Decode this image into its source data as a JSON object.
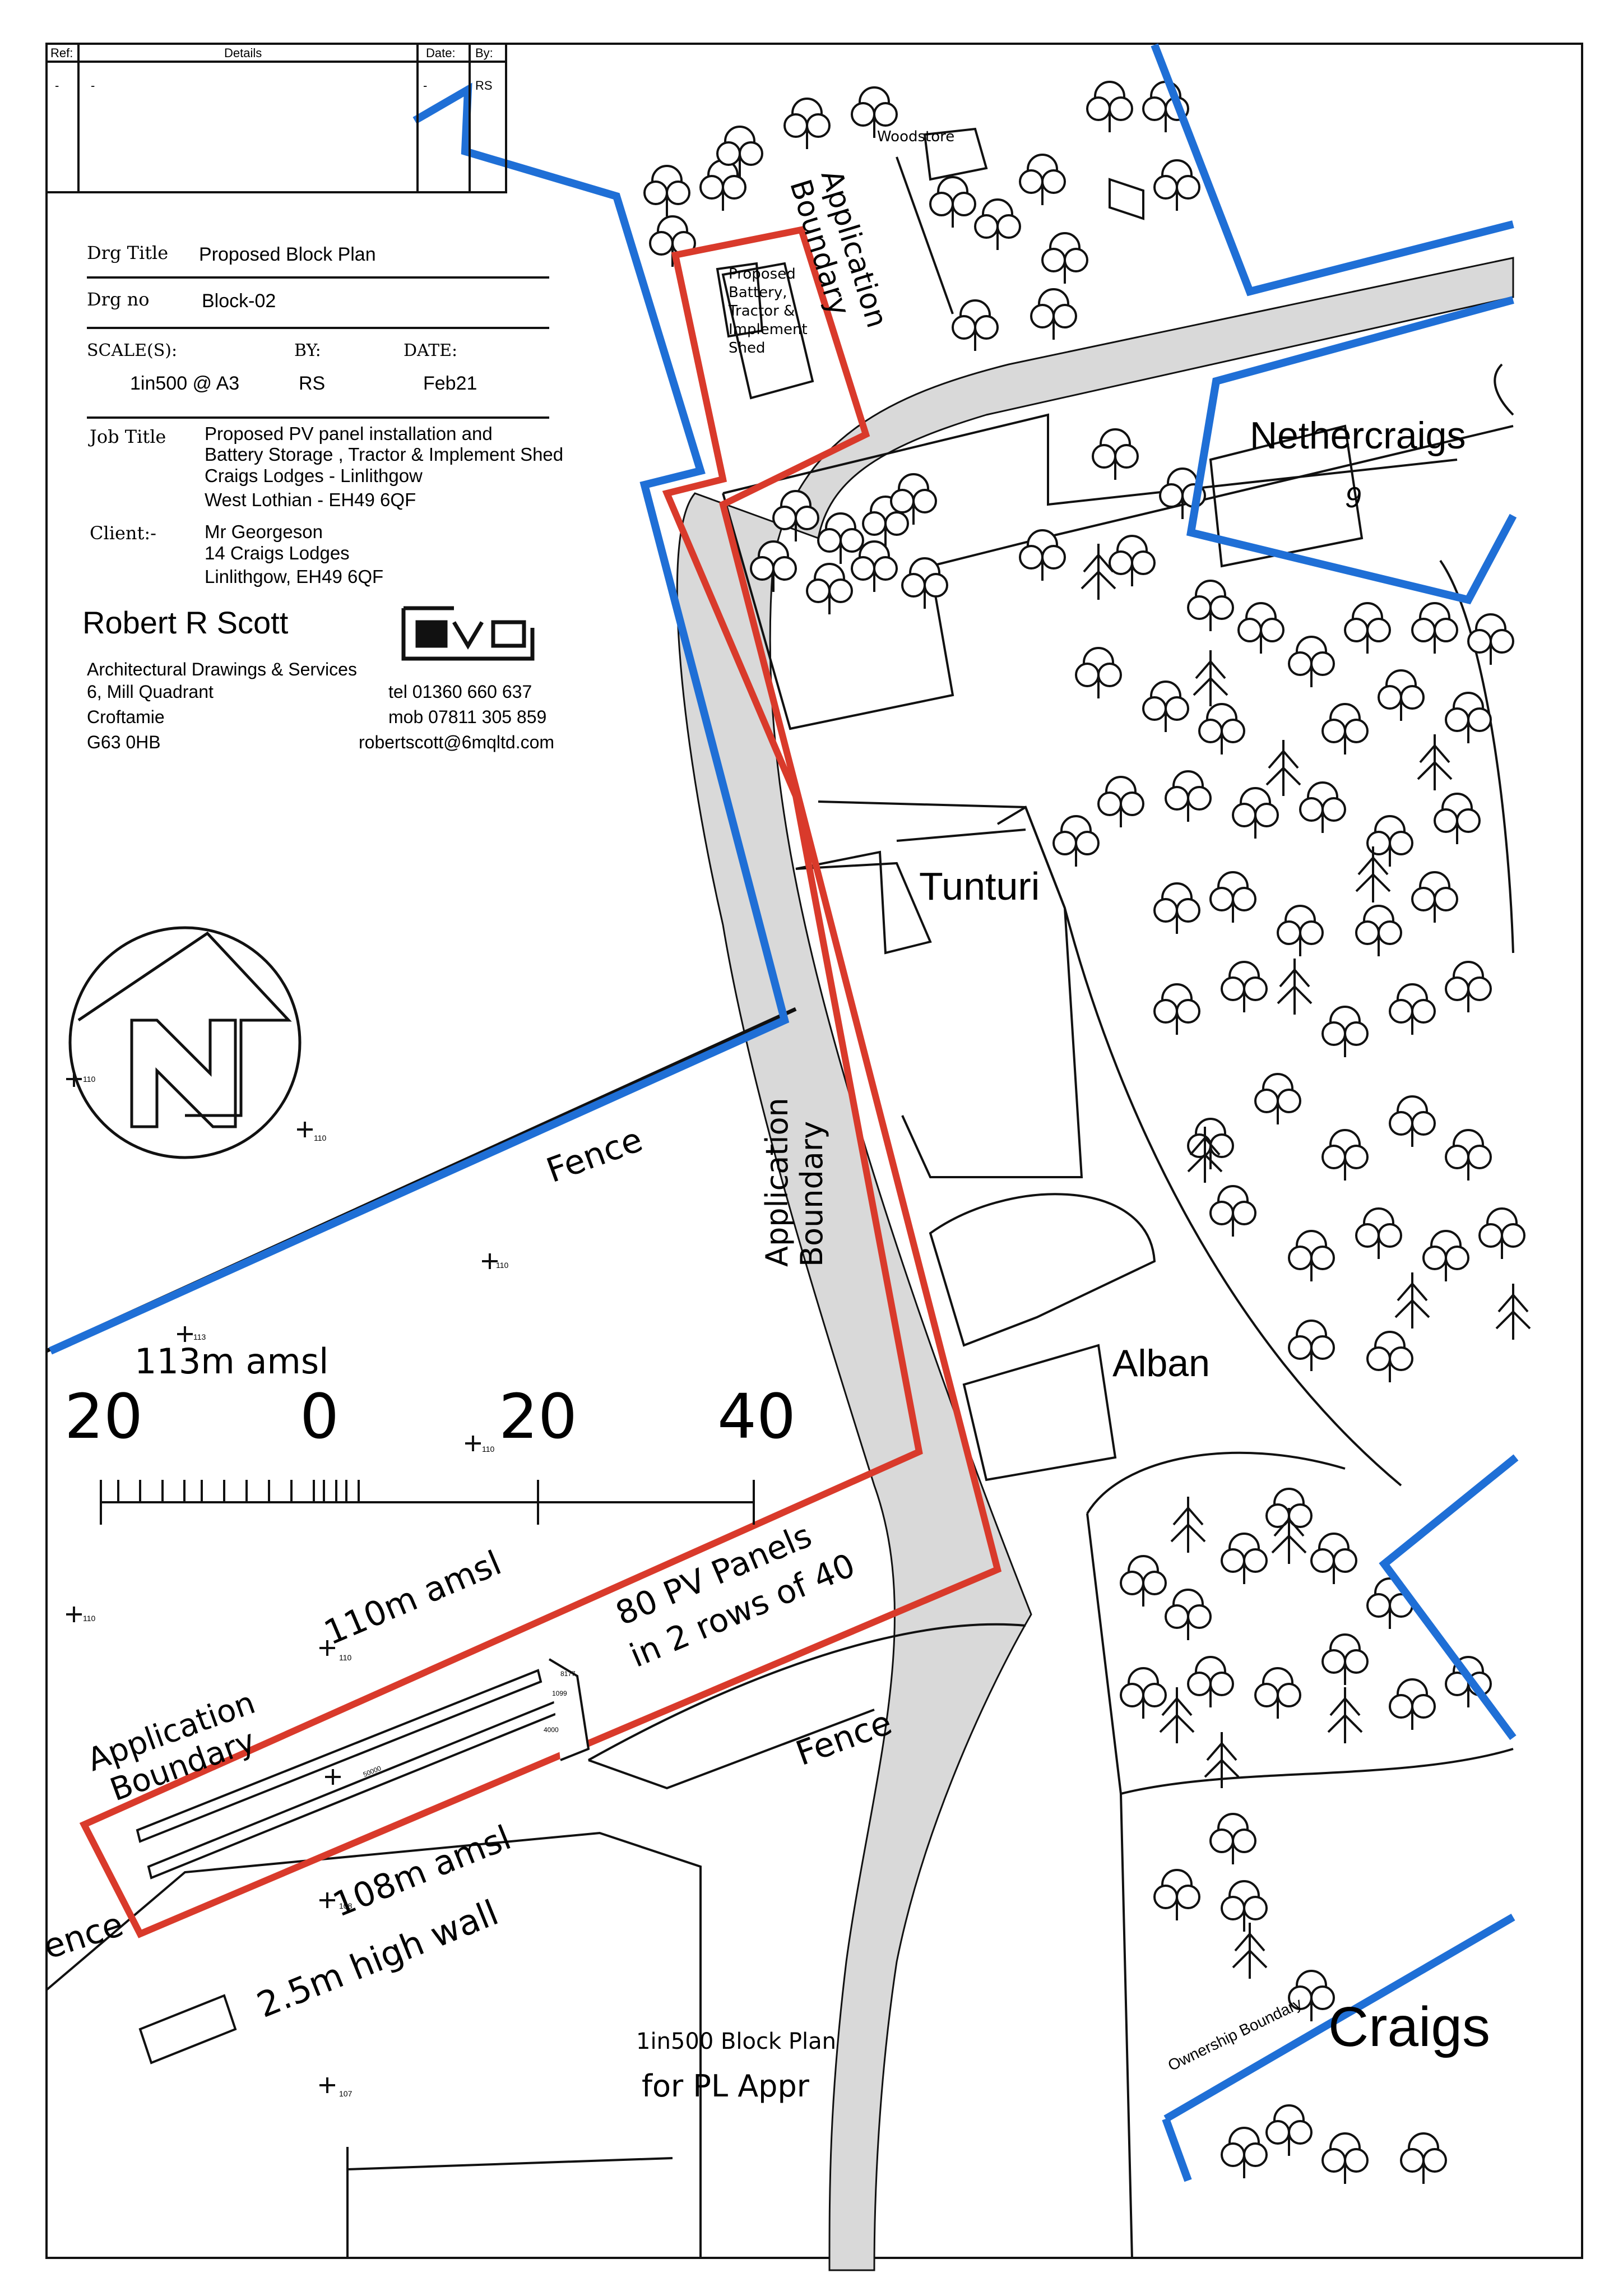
{
  "colors": {
    "application_boundary": "#d93a2b",
    "ownership_boundary": "#1f6fd6",
    "track": "#d9d9d9",
    "ink": "#111111"
  },
  "revision_table": {
    "headers": {
      "ref": "Ref:",
      "details": "Details",
      "date": "Date:",
      "by": "By:"
    },
    "row": {
      "ref": "-",
      "details": "-",
      "date": "-",
      "by": "RS"
    }
  },
  "title_block": {
    "drg_title_label": "Drg Title",
    "drg_title": "Proposed Block Plan",
    "drg_no_label": "Drg no",
    "drg_no": "Block-02",
    "scale_label": "SCALE(S):",
    "scale": "1in500 @ A3",
    "by_label": "BY:",
    "by": "RS",
    "date_label": "DATE:",
    "date": "Feb21",
    "job_title_label": "Job Title",
    "job_title_lines": [
      "Proposed PV panel installation and",
      "Battery Storage , Tractor  & Implement Shed",
      "Craigs Lodges - Linlithgow",
      "West Lothian - EH49 6QF"
    ],
    "client_label": "Client:-",
    "client_lines": [
      "Mr  Georgeson",
      "14 Craigs Lodges",
      "Linlithgow, EH49 6QF"
    ]
  },
  "firm": {
    "name": "Robert R Scott",
    "address_lines": [
      "Architectural Drawings & Services",
      "6, Mill Quadrant",
      "Croftamie",
      "G63 0HB"
    ],
    "contact_lines": [
      "tel   01360 660 637",
      "mob 07811 305 859",
      "robertscott@6mqltd.com"
    ]
  },
  "scale_bar": {
    "labels": [
      "20",
      "0",
      "20",
      "40"
    ]
  },
  "site_labels": {
    "nethercraigs": "Nethercraigs",
    "house_number": "9",
    "tunturi": "Tunturi",
    "alban": "Alban",
    "craigs": "Craigs",
    "woodstore": "Woodstore",
    "proposed_shed": [
      "Proposed",
      "Battery,",
      "Tractor  &",
      "Implement",
      "Shed"
    ],
    "app_boundary_top": [
      "Application",
      "Boundary"
    ],
    "app_boundary_mid": [
      "Application",
      "Boundary"
    ],
    "app_boundary_low": [
      "Application",
      "Boundary"
    ],
    "fence_upper": "Fence",
    "fence_lower": "Fence",
    "fence_partial": "ence",
    "amsl_113": "113m  amsl",
    "amsl_110": "110m  amsl",
    "amsl_108": "108m  amsl",
    "pv_panels": [
      "80  PV  Panels",
      "in  2  rows  of  40"
    ],
    "wall": "2.5m  high  wall",
    "ownership_boundary": "Ownership Boundary",
    "block_plan_note": [
      "1in500  Block  Plan",
      "for  PL  Appr"
    ],
    "level_110": "110",
    "level_113": "113",
    "level_108": "108",
    "level_107": "107",
    "dim_a": "8177",
    "dim_b": "1099",
    "dim_c": "4000",
    "dim_d": "50000"
  }
}
